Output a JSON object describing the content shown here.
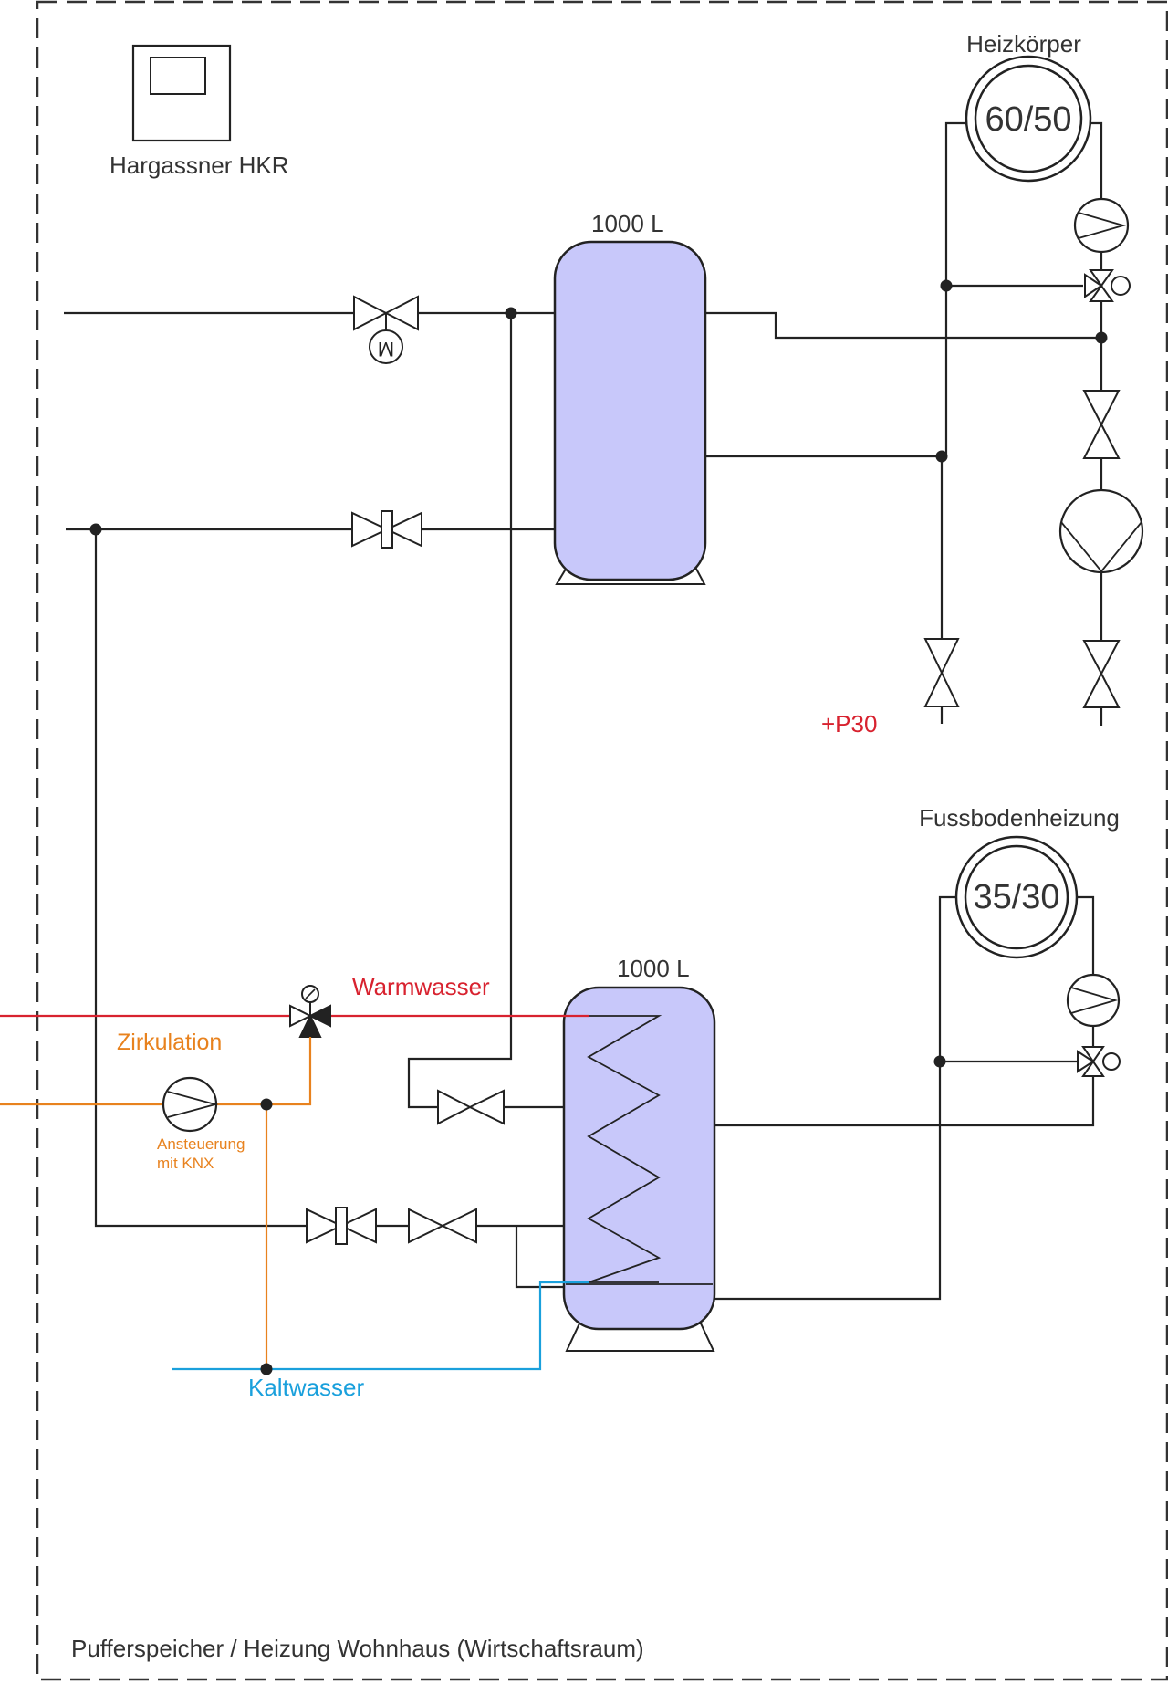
{
  "labels": {
    "controller": "Hargassner HKR",
    "tank_top_volume": "1000 L",
    "tank_bottom_volume": "1000 L",
    "radiator_title": "Heizkörper",
    "radiator_temp": "60/50",
    "floor_title": "Fussbodenheizung",
    "floor_temp": "35/30",
    "marker": "+P30",
    "warmwasser": "Warmwasser",
    "zirkulation": "Zirkulation",
    "pump_note_line1": "Ansteuerung",
    "pump_note_line2": "mit KNX",
    "kaltwasser": "Kaltwasser",
    "footer": "Pufferspeicher / Heizung Wohnhaus (Wirtschaftsraum)"
  },
  "colors": {
    "line": "#222222",
    "tank_fill": "#c8c8fa",
    "warmwasser": "#d8222f",
    "zirkulation": "#e8821e",
    "kaltwasser": "#1aa0dc"
  }
}
